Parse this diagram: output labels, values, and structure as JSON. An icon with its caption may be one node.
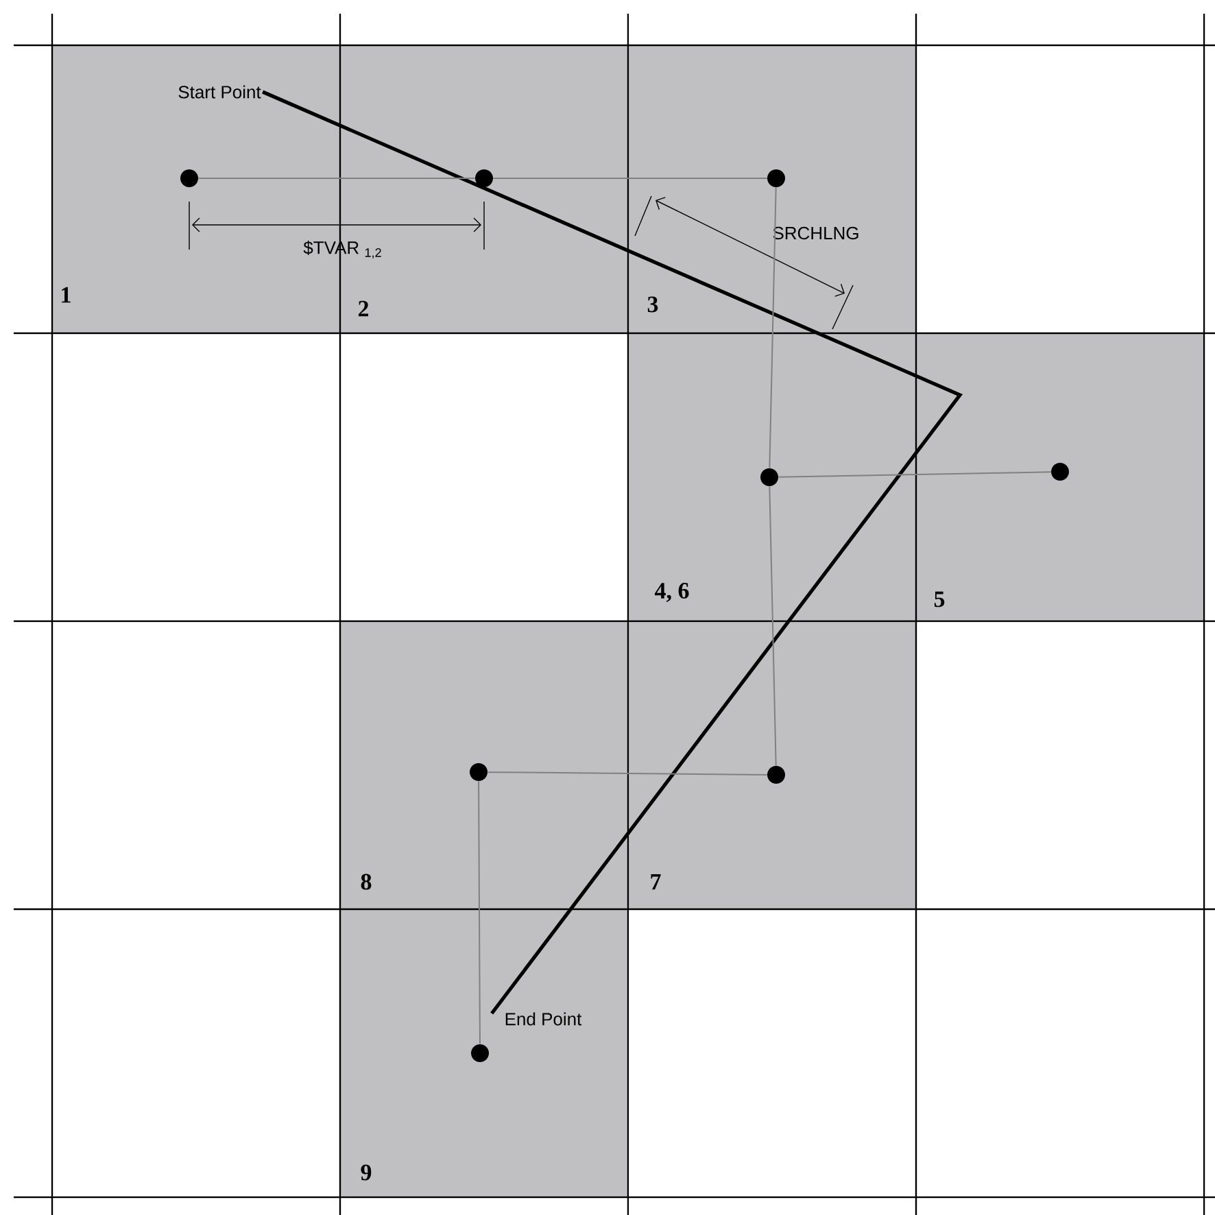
{
  "diagram": {
    "nodes": [
      {
        "text": [
          "Start Point"
        ]
      },
      {
        "text": [
          "End Point"
        ]
      },
      {
        "text": [],
        "shape": "circle"
      },
      {
        "text": [],
        "shape": "circle"
      },
      {
        "text": [],
        "shape": "circle"
      },
      {
        "text": [],
        "shape": "circle"
      },
      {
        "text": [],
        "shape": "circle"
      },
      {
        "text": [],
        "shape": "circle"
      },
      {
        "text": [],
        "shape": "circle"
      },
      {
        "text": [],
        "shape": "circle"
      }
    ],
    "edges": [
      {
        "from": 0,
        "to": 1,
        "arrow": "none",
        "style": "thick",
        "color": "#000000"
      },
      {
        "from": 2,
        "to": 3,
        "arrow": "none"
      },
      {
        "from": 3,
        "to": 4,
        "arrow": "none"
      },
      {
        "from": 4,
        "to": 5,
        "arrow": "none"
      },
      {
        "from": 5,
        "to": 6,
        "arrow": "none"
      },
      {
        "from": 5,
        "to": 7,
        "arrow": "none"
      },
      {
        "from": 7,
        "to": 8,
        "arrow": "none"
      },
      {
        "from": 8,
        "to": 9,
        "arrow": "none"
      }
    ],
    "labels": [
      "$TVAR $_{1,2}$",
      "SRCHLNG",
      "1",
      "2",
      "3",
      "4, 6",
      "5",
      "8",
      "7",
      "9"
    ]
  }
}
